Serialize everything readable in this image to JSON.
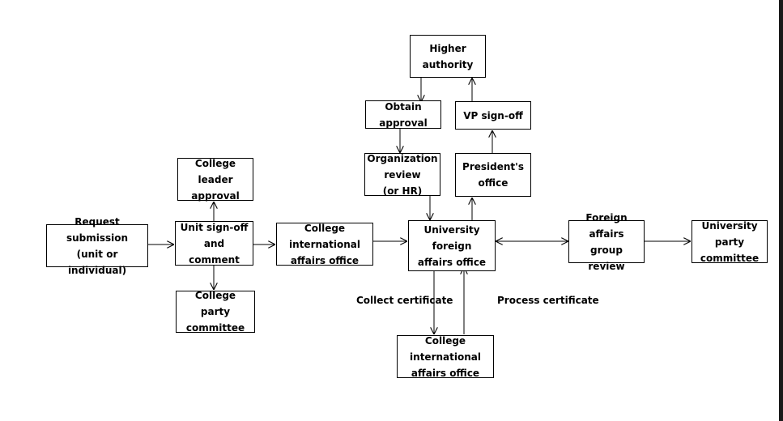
{
  "nodes": {
    "applicant_request": [
      "Request submission",
      "(unit or individual)"
    ],
    "unit_review": [
      "Unit sign-off",
      "and comment"
    ],
    "college_leader": [
      "College leader",
      "approval"
    ],
    "college_party": [
      "College party",
      "committee"
    ],
    "college_intl_office": [
      "College international",
      "affairs office"
    ],
    "foreign_affairs_office": [
      "University foreign",
      "affairs office"
    ],
    "higher_dept": [
      "Higher authority"
    ],
    "get_approval": [
      "Obtain approval"
    ],
    "vp_sign": [
      "VP sign-off"
    ],
    "org_review": [
      "Organization review",
      "(or HR)"
    ],
    "president_office": [
      "President's office"
    ],
    "fa_leading_group": [
      "Foreign affairs",
      "group review"
    ],
    "university_party": [
      "University party",
      "committee"
    ],
    "college_office_bottom": [
      "College international",
      "affairs office"
    ]
  },
  "labels": {
    "collect_cert": "Collect certificate",
    "process_cert": "Process certificate"
  }
}
